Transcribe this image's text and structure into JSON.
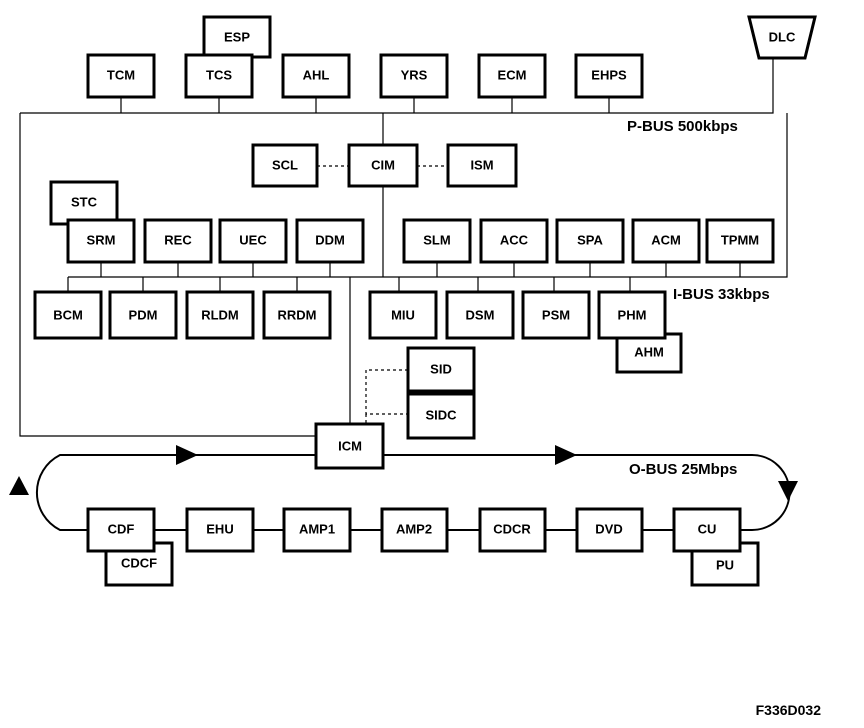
{
  "buses": {
    "p_bus": "P-BUS 500kbps",
    "i_bus": "I-BUS 33kbps",
    "o_bus": "O-BUS 25Mbps"
  },
  "modules": {
    "esp": "ESP",
    "tcm": "TCM",
    "tcs": "TCS",
    "ahl": "AHL",
    "yrs": "YRS",
    "ecm": "ECM",
    "ehps": "EHPS",
    "dlc": "DLC",
    "scl": "SCL",
    "cim": "CIM",
    "ism": "ISM",
    "stc": "STC",
    "srm": "SRM",
    "rec": "REC",
    "uec": "UEC",
    "ddm": "DDM",
    "slm": "SLM",
    "acc": "ACC",
    "spa": "SPA",
    "acm": "ACM",
    "tpmm": "TPMM",
    "bcm": "BCM",
    "pdm": "PDM",
    "rldm": "RLDM",
    "rrdm": "RRDM",
    "miu": "MIU",
    "dsm": "DSM",
    "psm": "PSM",
    "phm": "PHM",
    "ahm": "AHM",
    "sid": "SID",
    "sidc": "SIDC",
    "icm": "ICM",
    "cdf": "CDF",
    "cdcf": "CDCF",
    "ehu": "EHU",
    "amp1": "AMP1",
    "amp2": "AMP2",
    "cdcr": "CDCR",
    "dvd": "DVD",
    "cu": "CU",
    "pu": "PU"
  },
  "figure_id": "F336D032"
}
